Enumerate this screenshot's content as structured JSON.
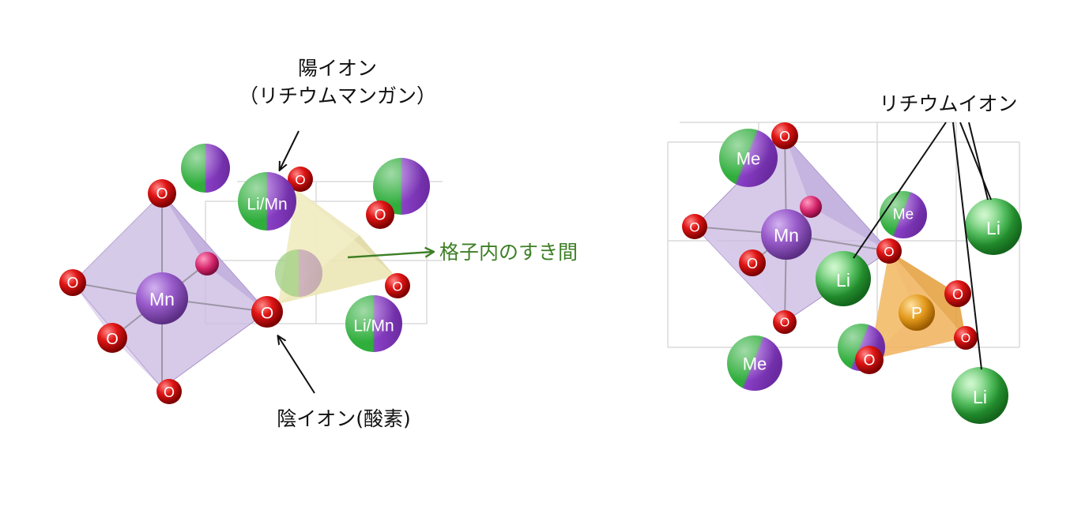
{
  "left_diagram": {
    "cation_title": "陽イオン",
    "cation_subtitle": "（リチウムマンガン）",
    "interstice_label": "格子内のすき間",
    "anion_label": "陰イオン(酸素)",
    "atom_mn": "Mn",
    "atom_o": "O",
    "atom_limn": "Li/Mn"
  },
  "right_diagram": {
    "lithium_label": "リチウムイオン",
    "atom_me": "Me",
    "atom_mn": "Mn",
    "atom_li": "Li",
    "atom_p": "P",
    "atom_o": "O"
  },
  "colors": {
    "oxygen": "#d10f0f",
    "manganese": "#9a5ccc",
    "lithium": "#2fae3c",
    "phosphorus": "#e39a1c",
    "arrow_green": "#3e7f25",
    "octahedron": "#b9a6d6",
    "tetra_yellow": "#ece7b5",
    "tetra_orange": "#f0b25a"
  }
}
